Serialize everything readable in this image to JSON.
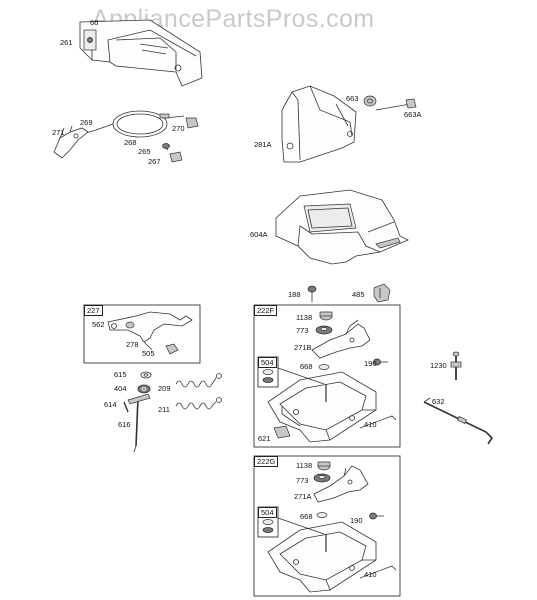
{
  "watermark": "AppliancePartsPros.com",
  "boxes": {
    "b227": "227",
    "b222F": "222F",
    "b504a": "504",
    "b222G": "222G",
    "b504b": "504"
  },
  "labels": {
    "p66": "66",
    "p261": "261",
    "p269": "269",
    "p271": "271",
    "p268": "268",
    "p270": "270",
    "p265": "265",
    "p267": "267",
    "p663": "663",
    "p663A": "663A",
    "p281A": "281A",
    "p604A": "604A",
    "p188": "188",
    "p485": "485",
    "p562": "562",
    "p278": "278",
    "p505": "505",
    "p615": "615",
    "p404": "404",
    "p614": "614",
    "p616": "616",
    "p209": "209",
    "p211": "211",
    "f1138": "1138",
    "f773": "773",
    "f271B": "271B",
    "f668": "668",
    "f190": "190",
    "f621": "621",
    "f410": "410",
    "p1230": "1230",
    "p632": "632",
    "g1138": "1138",
    "g773": "773",
    "g271A": "271A",
    "g668": "668",
    "g190": "190",
    "g410": "410"
  }
}
